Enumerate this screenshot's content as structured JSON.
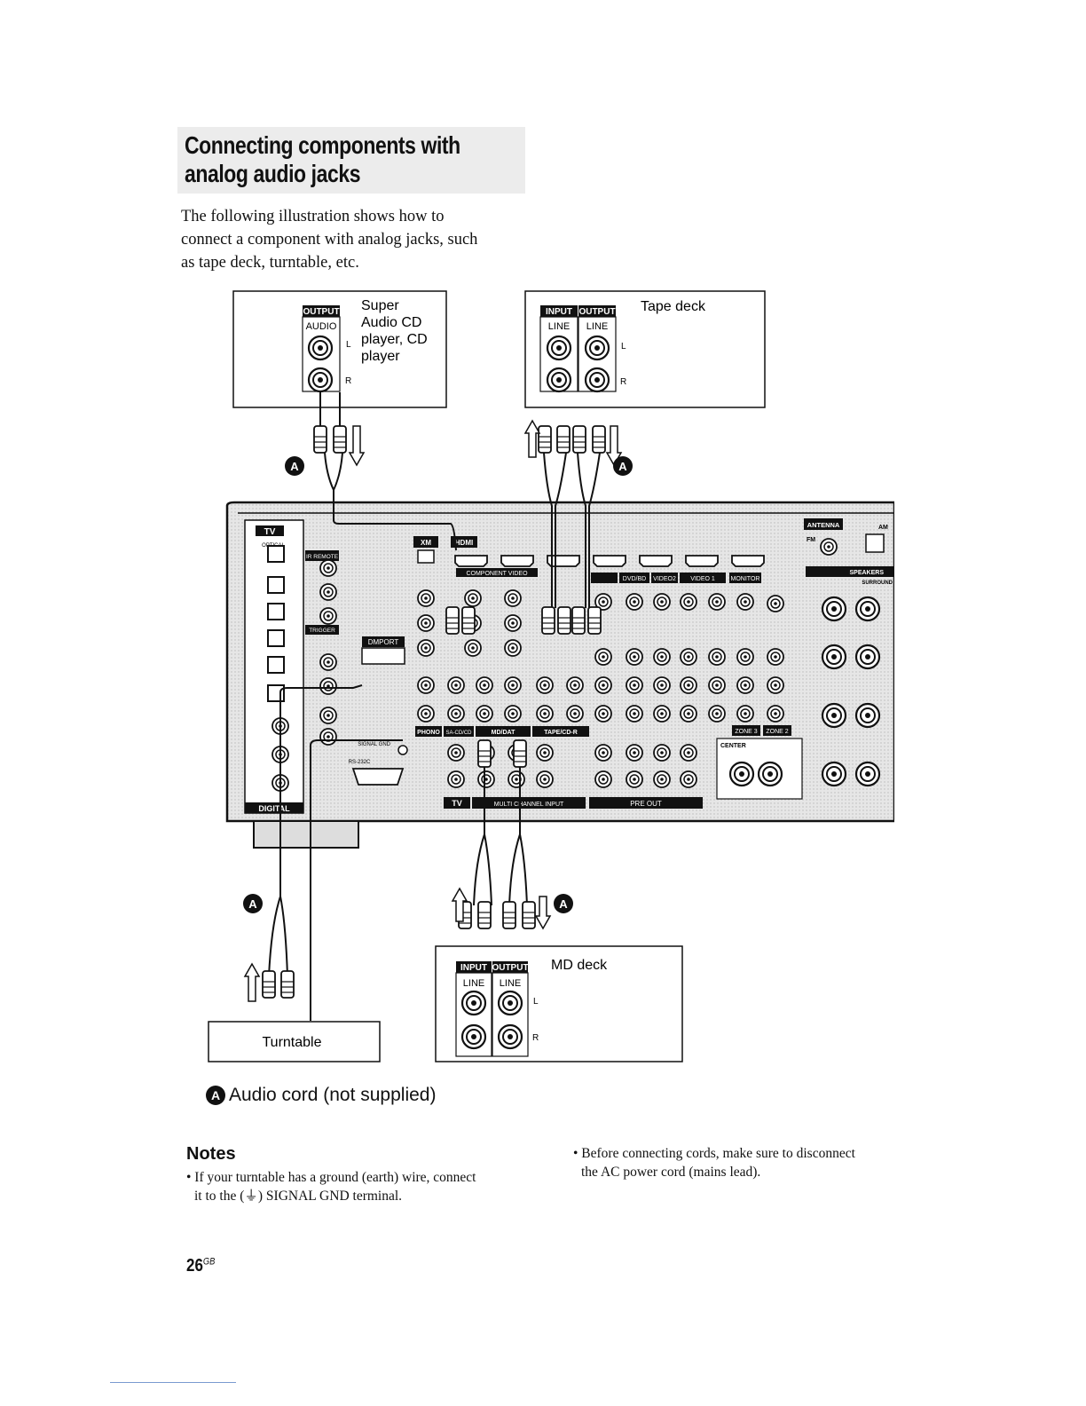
{
  "heading": {
    "line1": "Connecting components with",
    "line2": "analog audio jacks"
  },
  "intro": {
    "line1": "The following illustration shows how to",
    "line2": "connect a component with analog jacks, such",
    "line3": "as tape deck, turntable, etc."
  },
  "diagram": {
    "cd_box": {
      "label_line1": "Super",
      "label_line2": "Audio CD",
      "label_line3": "player, CD",
      "label_line4": "player",
      "output": "OUTPUT",
      "audio": "AUDIO",
      "l": "L",
      "r": "R"
    },
    "tape_box": {
      "label": "Tape deck",
      "input": "INPUT",
      "output": "OUTPUT",
      "line1": "LINE",
      "line2": "LINE",
      "l": "L",
      "r": "R"
    },
    "md_box": {
      "label": "MD deck",
      "input": "INPUT",
      "output": "OUTPUT",
      "line1": "LINE",
      "line2": "LINE",
      "l": "L",
      "r": "R"
    },
    "turntable_box": {
      "label": "Turntable"
    },
    "cable_marker": "A",
    "receiver_labels": {
      "tv": "TV",
      "optical": "OPTICAL",
      "ir_remote": "IR REMOTE",
      "trigger": "TRIGGER",
      "dmport": "DMPORT",
      "xm": "XM",
      "hdmi": "HDMI",
      "component_video": "COMPONENT VIDEO",
      "antenna": "ANTENNA",
      "fm": "FM",
      "am": "AM",
      "speakers": "SPEAKERS",
      "surround": "SURROUND",
      "phono": "PHONO",
      "sa_cd": "SA-CD/CD",
      "md_dat": "MD/DAT",
      "tape_cd_r": "TAPE/CD-R",
      "multi_channel_input": "MULTI CHANNEL INPUT",
      "pre_out": "PRE OUT",
      "center": "CENTER",
      "dvd_bd": "DVD/BD",
      "video2": "VIDEO2",
      "video1": "VIDEO 1",
      "monitor": "MONITOR",
      "zone3": "ZONE 3",
      "zone2": "ZONE 2",
      "digital": "DIGITAL",
      "rs232c": "RS-232C",
      "signal_gnd": "SIGNAL GND"
    }
  },
  "legend": {
    "marker": "A",
    "text": "Audio cord (not supplied)"
  },
  "notes": {
    "title": "Notes",
    "note1_line1": "• If your turntable has a ground (earth) wire, connect",
    "note1_line2": "it to the (⏚) SIGNAL GND terminal.",
    "note2_line1": "• Before connecting cords, make sure to disconnect",
    "note2_line2": "the AC power cord (mains lead)."
  },
  "page": {
    "number": "26",
    "suffix": "GB"
  }
}
